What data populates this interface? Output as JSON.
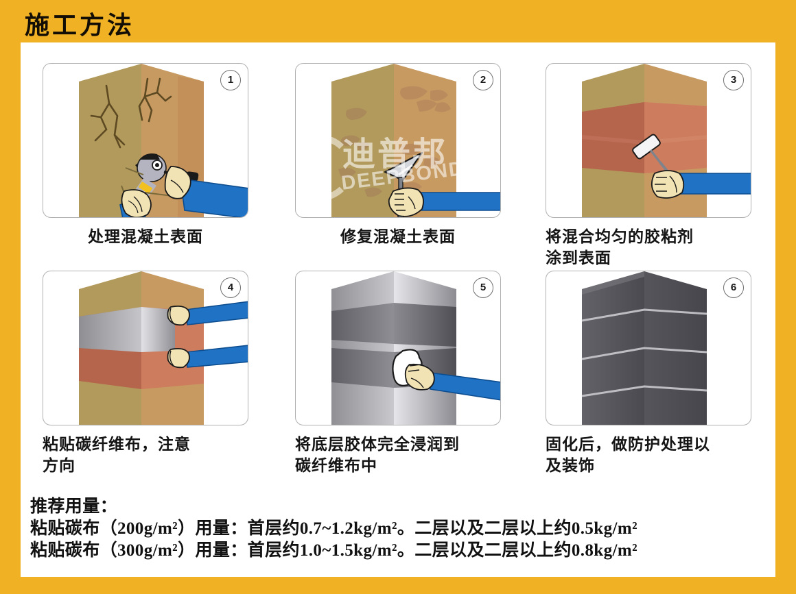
{
  "theme": {
    "border_color": "#f0b224",
    "panel_border": "#b0b0b0",
    "arm_blue": "#1f72c4",
    "glove_cream": "#f2e3b4",
    "concrete_tan_left": "#b29a5c",
    "concrete_tan_right": "#c79a62",
    "adhesive_red_left": "#b4654b",
    "adhesive_red_right": "#cd7c5e",
    "carbon_grey_left": "#9a9a9e",
    "carbon_grey_right": "#c9c9cd",
    "finish_dark_grey": "#4d4d52",
    "title_text": "#120d05"
  },
  "header": {
    "title": "施工方法"
  },
  "watermark": {
    "chinese": "迪普邦",
    "english": "DEEPBOND",
    "logo_icon": "ring-logo-icon"
  },
  "steps": [
    {
      "number": "1",
      "caption": "处理混凝土表面",
      "scene": "cracked-concrete-column-with-grinder",
      "tool_icon": "angle-grinder-icon"
    },
    {
      "number": "2",
      "caption": "修复混凝土表面",
      "scene": "patched-concrete-column-with-trowel",
      "tool_icon": "trowel-icon"
    },
    {
      "number": "3",
      "caption_lines": [
        "将混合均匀的胶粘剂",
        "涂到表面"
      ],
      "caption": "将混合均匀的胶粘剂涂到表面",
      "scene": "column-with-adhesive-band-and-roller",
      "tool_icon": "paint-roller-icon"
    },
    {
      "number": "4",
      "caption_lines": [
        "粘贴碳纤维布，注意",
        "方向"
      ],
      "caption": "粘贴碳纤维布，注意方向",
      "scene": "two-hands-applying-carbon-fiber-sheet",
      "tool_icon": "carbon-sheet-icon"
    },
    {
      "number": "5",
      "caption_lines": [
        "将底层胶体完全浸润到",
        "碳纤维布中"
      ],
      "caption": "将底层胶体完全浸润到碳纤维布中",
      "scene": "grey-column-with-hand-wiping-resin",
      "tool_icon": "squeegee-icon"
    },
    {
      "number": "6",
      "caption_lines": [
        "固化后，做防护处理以",
        "及装饰"
      ],
      "caption": "固化后，做防护处理以及装饰",
      "scene": "finished-dark-grey-wrapped-column",
      "tool_icon": "none"
    }
  ],
  "footer": {
    "heading": "推荐用量：",
    "lines": [
      "粘贴碳布（200g/m²）用量：首层约0.7~1.2kg/m²。二层以及二层以上约0.5kg/m²",
      "粘贴碳布（300g/m²）用量：首层约1.0~1.5kg/m²。二层以及二层以上约0.8kg/m²"
    ]
  }
}
